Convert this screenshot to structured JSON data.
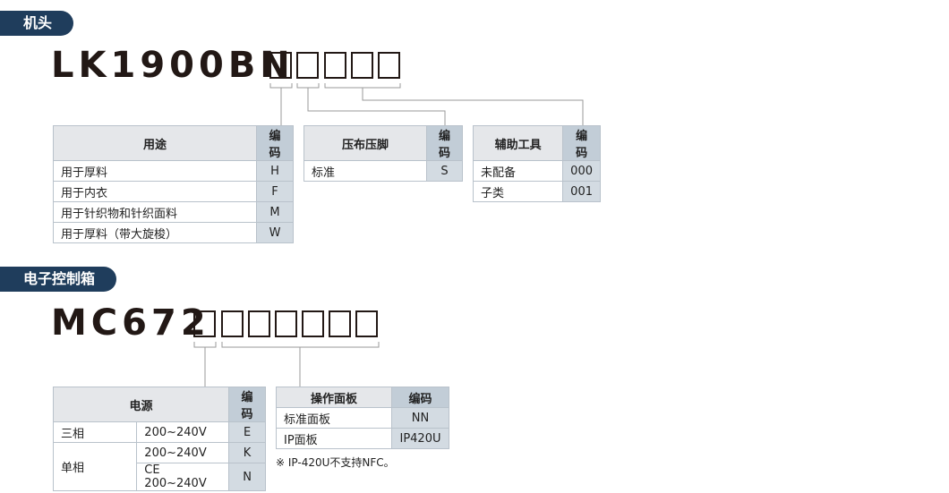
{
  "head": {
    "pill": "机头",
    "model": "LK1900BN",
    "tables": [
      {
        "col_headers": [
          "用途",
          "编码"
        ],
        "rows": [
          [
            "用于厚料",
            "H"
          ],
          [
            "用于内衣",
            "F"
          ],
          [
            "用于针织物和针织面料",
            "M"
          ],
          [
            "用于厚料（带大旋梭）",
            "W"
          ]
        ]
      },
      {
        "col_headers": [
          "压布压脚",
          "编码"
        ],
        "rows": [
          [
            "标准",
            "S"
          ]
        ]
      },
      {
        "col_headers": [
          "辅助工具",
          "编码"
        ],
        "rows": [
          [
            "未配备",
            "000"
          ],
          [
            "子类",
            "001"
          ]
        ]
      }
    ]
  },
  "box": {
    "pill": "电子控制箱",
    "model": "MC672",
    "power_table": {
      "col_headers": [
        "电源",
        "编码"
      ],
      "rows": [
        [
          "三相",
          "200~240V",
          "E"
        ],
        [
          "单相",
          "200~240V",
          "K"
        ],
        [
          "",
          "CE 200~240V",
          "N"
        ]
      ]
    },
    "panel_table": {
      "col_headers": [
        "操作面板",
        "编码"
      ],
      "rows": [
        [
          "标准面板",
          "NN"
        ],
        [
          "IP面板",
          "IP420U"
        ]
      ]
    },
    "note": "※ IP-420U不支持NFC。"
  },
  "colors": {
    "pill_bg": "#1f3d5c",
    "code_header_bg": "#c2cdd7",
    "code_cell_bg": "#d3dbe2",
    "header_bg": "#e5e7ea"
  }
}
